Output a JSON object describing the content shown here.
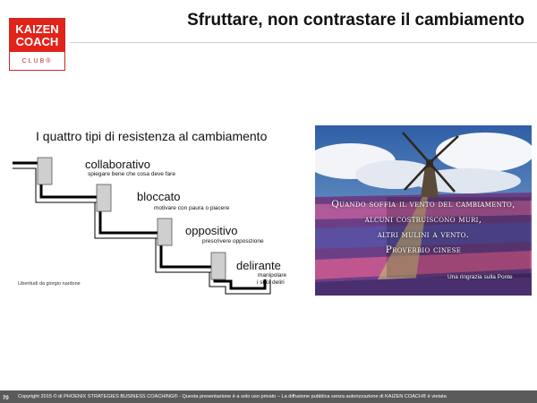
{
  "logo": {
    "line1": "KAIZEN",
    "line2": "COACH",
    "line3": "CLUB®"
  },
  "title": "Sfruttare, non contrastare il cambiamento",
  "diagram": {
    "title": "I quattro tipi di resistenza al cambiamento",
    "steps": [
      {
        "name": "collaborativo",
        "desc": "spiegare bene che cosa deve fare"
      },
      {
        "name": "bloccato",
        "desc": "motivare con paura o piacere"
      },
      {
        "name": "oppositivo",
        "desc": "prescrivere opposizione"
      },
      {
        "name": "delirante",
        "desc": "manipolare",
        "desc2": "i suoi deliri"
      }
    ],
    "credit": "Liberitudi da giorgio nardone"
  },
  "photo": {
    "quote_lines": [
      "Quando soffia il vento del cambiamento,",
      "alcuni costruiscono muri,",
      "altri mulini a vento.",
      "Proverbio cinese"
    ],
    "credit": "Una ringrazia sulla Ponte"
  },
  "footer": {
    "text": "Copyright 2015 © di PHOENIX STRATEGIES BUSINESS COACHING® - Questa presentazione è a solo uso privato – La diffusione pubblica senza autorizzazione di KAIZEN COACH® è vietata",
    "page": "70"
  }
}
